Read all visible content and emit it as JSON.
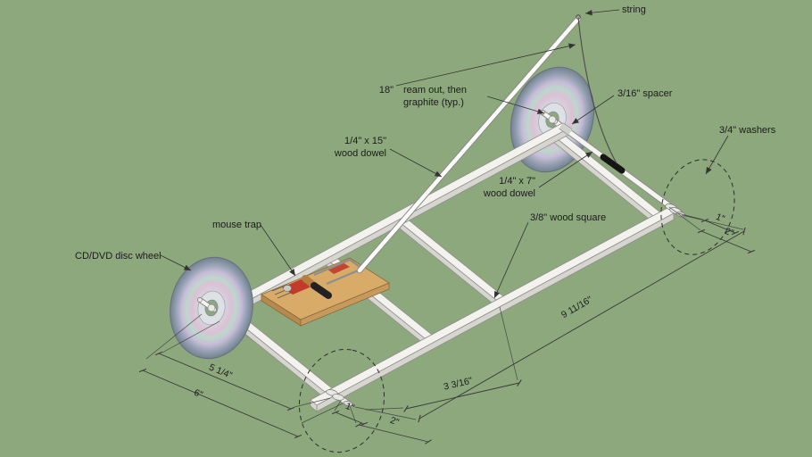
{
  "colors": {
    "background": "#8ca87c",
    "ink": "#1c1c1c",
    "frame_top": "#f3f2ee",
    "frame_side": "#d6d5d0",
    "wood": "#d9ab69",
    "trap_red": "#c23b2a",
    "cd_rim": "#66707e"
  },
  "labels": {
    "string": "string",
    "spacer": "3/16\" spacer",
    "washers": "3/4\" washers",
    "length18": "18\"",
    "ream_line1": "ream out, then",
    "ream_line2": "graphite (typ.)",
    "dowel15_line1": "1/4\" x 15\"",
    "dowel15_line2": "wood dowel",
    "dowel7_line1": "1/4\" x 7\"",
    "dowel7_line2": "wood dowel",
    "wood_square": "3/8\" wood square",
    "mouse_trap": "mouse trap",
    "disc_wheel": "CD/DVD disc wheel"
  },
  "dimensions": {
    "frame_length": "9 11/16\"",
    "axle_to_crossmember": "3 3/16\"",
    "rear_track_inner": "5 1/4\"",
    "rear_track_outer": "6\"",
    "front_offset_1": "1\"",
    "front_offset_2": "2\"",
    "right_offset_1": "1\"",
    "right_offset_2": "2\""
  }
}
